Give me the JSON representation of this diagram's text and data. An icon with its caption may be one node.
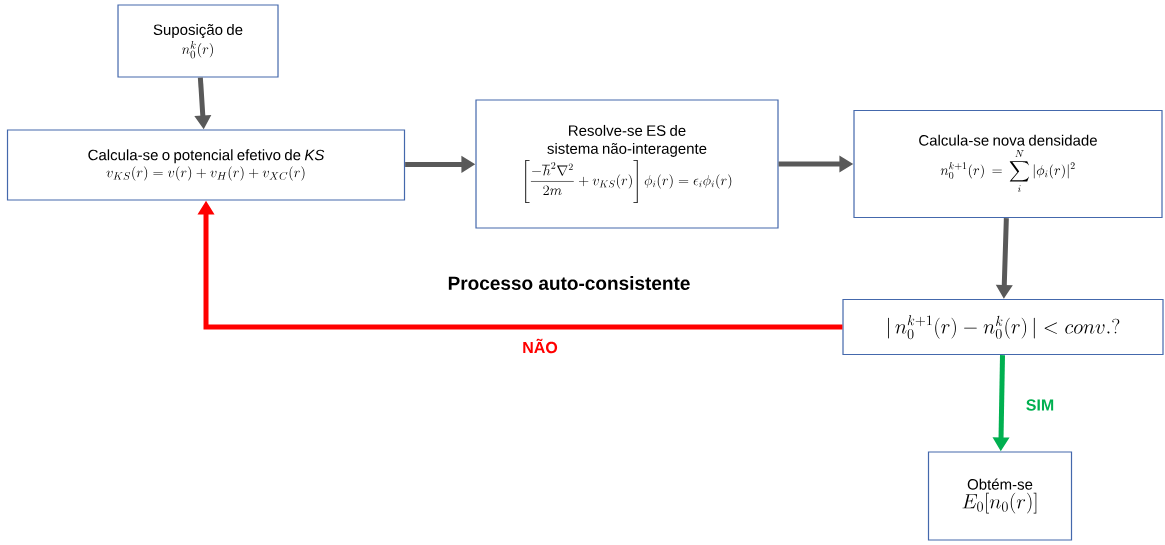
{
  "diagram": {
    "nodes": [
      {
        "text": [
          "Suposição de",
          "n_0^k(r)"
        ]
      },
      {
        "text": [
          "Calcula-se o potencial efetivo de *KS*",
          "v_{KS}(r) = v(r) + v_H(r) + v_{XC}(r)"
        ]
      },
      {
        "text": [
          "Resolve-se ES de sistema não-interagente",
          "\\left[\\frac{-\\hbar^2\\nabla^2}{2m} + v_{KS}(r)\\right]\\phi_i(r) = \\epsilon_i\\phi_i(r)"
        ]
      },
      {
        "text": [
          "Calcula-se nova densidade",
          "n_0^{k+1}(r) \\,=\\, \\sum_i^N |\\phi_i(r)|^2"
        ]
      },
      {
        "text": [
          "|\\, n_0^{k+1}(r) - n_0^k(r)\\, | < conv.?"
        ]
      },
      {
        "text": [
          "Obtém-se",
          "E_0[n_0(r)]"
        ]
      }
    ],
    "edges": [
      {
        "from": 0,
        "to": 1,
        "arrow": "to"
      },
      {
        "from": 1,
        "to": 2,
        "arrow": "to"
      },
      {
        "from": 2,
        "to": 3,
        "arrow": "to"
      },
      {
        "from": 3,
        "to": 4,
        "arrow": "to"
      },
      {
        "from": 4,
        "to": 1,
        "arrow": "to",
        "label": "NÃO",
        "color": "#ff0000"
      },
      {
        "from": 4,
        "to": 5,
        "arrow": "to",
        "label": "SIM",
        "color": "#00b050"
      }
    ],
    "labels": [
      "Processo auto-consistente"
    ]
  }
}
